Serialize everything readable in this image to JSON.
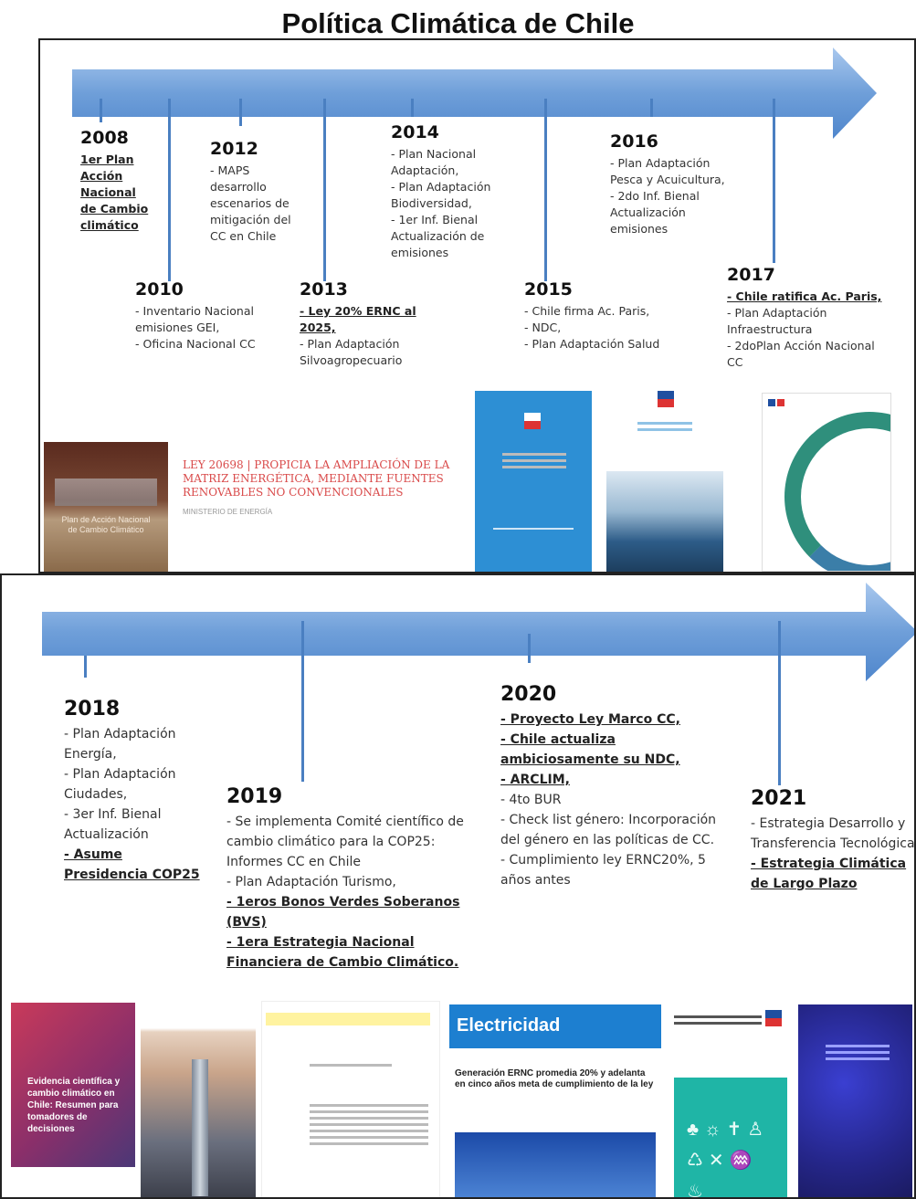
{
  "title": "Política Climática de Chile",
  "timeline_1": [
    {
      "year": "2008",
      "items": [
        {
          "text": "1er Plan Acción Nacional de Cambio climático",
          "highlight": true
        }
      ]
    },
    {
      "year": "2010",
      "items": [
        {
          "text": "- Inventario Nacional emisiones GEI,",
          "highlight": false
        },
        {
          "text": "- Oficina Nacional CC",
          "highlight": false
        }
      ]
    },
    {
      "year": "2012",
      "items": [
        {
          "text": "- MAPS desarrollo escenarios de mitigación del CC en Chile",
          "highlight": false
        }
      ]
    },
    {
      "year": "2013",
      "items": [
        {
          "text": "- Ley 20% ERNC al 2025,",
          "highlight": true
        },
        {
          "text": "- Plan Adaptación Silvoagropecuario",
          "highlight": false
        }
      ]
    },
    {
      "year": "2014",
      "items": [
        {
          "text": "- Plan Nacional Adaptación,",
          "highlight": false
        },
        {
          "text": "- Plan Adaptación Biodiversidad,",
          "highlight": false
        },
        {
          "text": "- 1er Inf. Bienal Actualización de emisiones",
          "highlight": false
        }
      ]
    },
    {
      "year": "2015",
      "items": [
        {
          "text": "- Chile firma Ac. Paris,",
          "highlight": false
        },
        {
          "text": "- NDC,",
          "highlight": false
        },
        {
          "text": "- Plan Adaptación Salud",
          "highlight": false
        }
      ]
    },
    {
      "year": "2016",
      "items": [
        {
          "text": "- Plan Adaptación Pesca y Acuicultura,",
          "highlight": false
        },
        {
          "text": "- 2do Inf. Bienal Actualización emisiones",
          "highlight": false
        }
      ]
    },
    {
      "year": "2017",
      "items": [
        {
          "text": "- Chile ratifica Ac. Paris,",
          "highlight": true
        },
        {
          "text": "- Plan Adaptación Infraestructura",
          "highlight": false
        },
        {
          "text": "- 2doPlan Acción Nacional CC",
          "highlight": false
        }
      ]
    }
  ],
  "timeline_2": [
    {
      "year": "2018",
      "items": [
        {
          "text": "- Plan Adaptación Energía,",
          "highlight": false
        },
        {
          "text": "- Plan Adaptación Ciudades,",
          "highlight": false
        },
        {
          "text": "- 3er Inf. Bienal Actualización",
          "highlight": false
        },
        {
          "text": "- Asume Presidencia COP25",
          "highlight": true
        }
      ]
    },
    {
      "year": "2019",
      "items": [
        {
          "text": "- Se implementa Comité científico de cambio climático para la COP25: Informes CC en Chile",
          "highlight": false
        },
        {
          "text": "- Plan Adaptación Turismo,",
          "highlight": false
        },
        {
          "text": "- 1eros Bonos Verdes Soberanos (BVS)",
          "highlight": true
        },
        {
          "text": "- 1era Estrategia Nacional Financiera de Cambio Climático.",
          "highlight": true
        }
      ]
    },
    {
      "year": "2020",
      "items": [
        {
          "text": "- Proyecto Ley Marco CC,",
          "highlight": true
        },
        {
          "text": "- Chile actualiza ambiciosamente su NDC,",
          "highlight": true
        },
        {
          "text": "- ARCLIM,",
          "highlight": true
        },
        {
          "text": "- 4to BUR",
          "highlight": false
        },
        {
          "text": "- Check list género: Incorporación del género en las políticas de CC.",
          "highlight": false
        },
        {
          "text": "- Cumplimiento ley ERNC20%, 5 años antes",
          "highlight": false
        }
      ]
    },
    {
      "year": "2021",
      "items": [
        {
          "text": "- Estrategia Desarrollo y Transferencia Tecnológica",
          "highlight": false
        },
        {
          "text": "- Estrategia Climática de Largo Plazo",
          "highlight": true
        }
      ]
    }
  ],
  "thumbnails": {
    "plan_cover": "Plan de Acción Nacional de Cambio Climático",
    "ley_text": "LEY 20698 | PROPICIA LA AMPLIACIÓN DE LA MATRIZ ENERGÉTICA, MEDIANTE FUENTES RENOVABLES NO CONVENCIONALES",
    "ley_sub": "MINISTERIO DE ENERGÍA",
    "evidencia": "Evidencia científica y cambio climático en Chile: Resumen para tomadores de decisiones",
    "electricidad": "Electricidad",
    "electricidad_headline": "Generación ERNC promedia 20% y adelanta en cinco años meta de cumplimiento de la ley"
  }
}
